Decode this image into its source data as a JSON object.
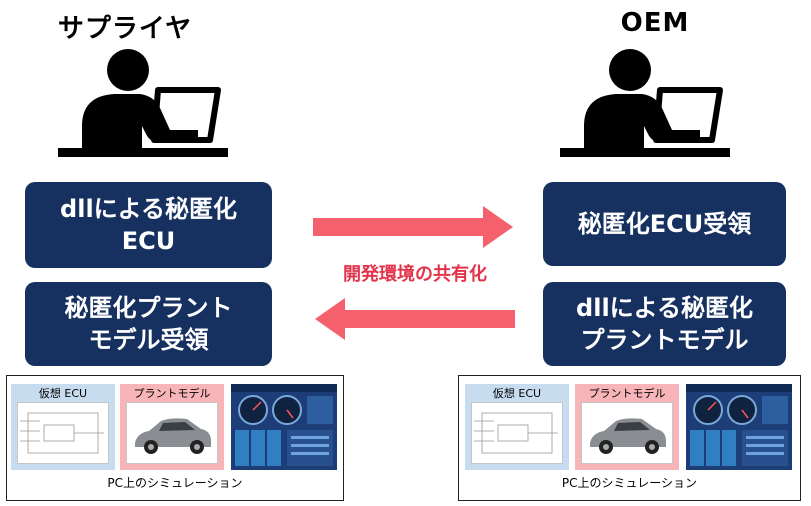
{
  "supplier": {
    "title": "サプライヤ",
    "box_top": [
      "dllによる秘匿化",
      "ECU"
    ],
    "box_bottom": [
      "秘匿化プラント",
      "モデル受領"
    ]
  },
  "oem": {
    "title": "OEM",
    "box_top": [
      "秘匿化ECU受領"
    ],
    "box_bottom": [
      "dllによる秘匿化",
      "プラントモデル"
    ]
  },
  "center": {
    "label": "開発環境の共有化"
  },
  "simulation": {
    "ecu_label": "仮想 ECU",
    "plant_label": "プラントモデル",
    "caption": "PC上のシミュレーション"
  },
  "colors": {
    "box_navy": "#16305f",
    "arrow_pink": "#f4606c",
    "label_red": "#e2334b",
    "ecu_bg": "#c8dcf0",
    "plant_bg": "#f7b4b9"
  },
  "icons": [
    "person-at-laptop-icon",
    "arrow-right-icon",
    "arrow-left-icon",
    "car-image",
    "dashboard-gauges-image"
  ]
}
